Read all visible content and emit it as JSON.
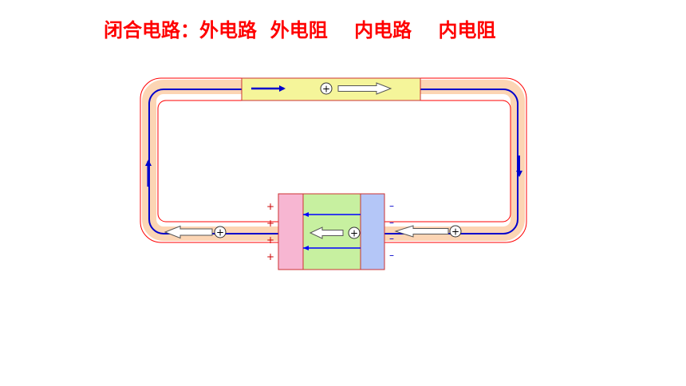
{
  "title": "闭合电路：外电路  外电阻    内电路    内电阻",
  "colors": {
    "title": "#ff0000",
    "wire_outline": "#ff0000",
    "wire_band": "#fcd5b4",
    "conductor": "#0000cc",
    "resistor_fill": "#f5f59a",
    "positive_plate": "#f7b6d2",
    "electrolyte": "#c7f0a0",
    "negative_plate": "#b4c6f7",
    "field_arrow": "#0000ff"
  },
  "charge_symbol": "+",
  "positive_signs": [
    "+",
    "+",
    "+",
    "+"
  ],
  "negative_signs": [
    "–",
    "–",
    "–",
    "–"
  ],
  "icons": [
    "charge-circle",
    "hollow-arrow",
    "current-arrow"
  ]
}
